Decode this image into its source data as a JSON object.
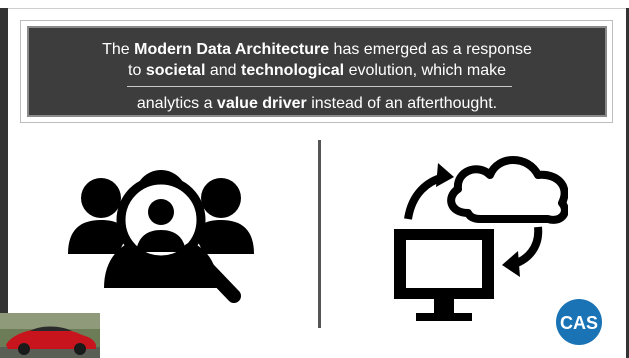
{
  "banner": {
    "l1_pre": "The ",
    "l1_b1": "Modern Data Architecture",
    "l1_post": " has emerged as a response",
    "l2_pre": "to ",
    "l2_b1": "societal",
    "l2_mid": " and ",
    "l2_b2": "technological",
    "l2_post": " evolution, which make",
    "l3_pre": "analytics a ",
    "l3_b1": "value driver",
    "l3_post": " instead of an afterthought."
  },
  "logo": {
    "text": "CAS",
    "color": "#1a73b5"
  },
  "icons": [
    "people-search-icon",
    "computer-cloud-sync-icon"
  ],
  "colors": {
    "banner_bg": "#3d3d3d",
    "icon": "#000000"
  }
}
